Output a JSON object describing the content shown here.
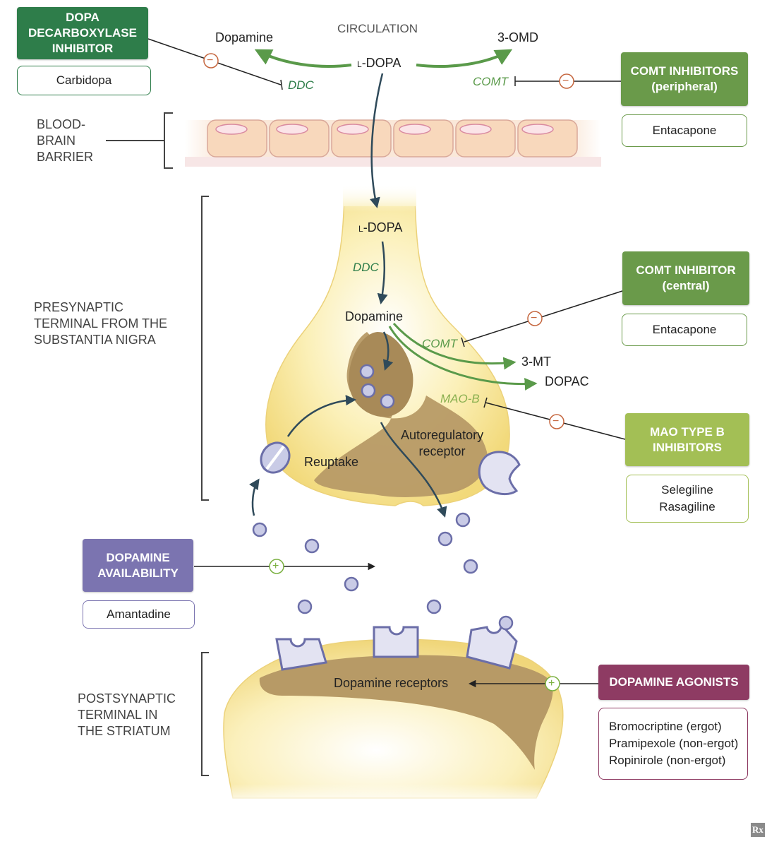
{
  "circulation_label": "CIRCULATION",
  "ldopa_circulation": {
    "prefix": "L",
    "name": "-DOPA"
  },
  "dopamine_circulation": "Dopamine",
  "omd_label": "3-OMD",
  "ddc_label_top": "DDC",
  "comt_label_top": "COMT",
  "bbb_label": [
    "BLOOD-",
    "BRAIN",
    "BARRIER"
  ],
  "ldopa_brain": {
    "prefix": "L",
    "name": "-DOPA"
  },
  "ddc_label_brain": "DDC",
  "dopamine_brain": "Dopamine",
  "comt_label_brain": "COMT",
  "mt_label": "3-MT",
  "dopac_label": "DOPAC",
  "maob_label": "MAO-B",
  "autoreg_label": [
    "Autoregulatory",
    "receptor"
  ],
  "reuptake_label": "Reuptake",
  "receptors_label": "Dopamine receptors",
  "presynaptic_label": [
    "PRESYNAPTIC",
    "TERMINAL FROM THE",
    "SUBSTANTIA NIGRA"
  ],
  "postsynaptic_label": [
    "POSTSYNAPTIC",
    "TERMINAL IN",
    "THE STRIATUM"
  ],
  "drug_boxes": {
    "ddc_inhibitor": {
      "title": [
        "DOPA",
        "DECARBOXYLASE",
        "INHIBITOR"
      ],
      "drugs": [
        "Carbidopa"
      ],
      "color": "#2e7d4a"
    },
    "comt_peripheral": {
      "title": [
        "COMT INHIBITORS",
        "(peripheral)"
      ],
      "drugs": [
        "Entacapone"
      ],
      "color": "#6a9a4a"
    },
    "comt_central": {
      "title": [
        "COMT INHIBITOR",
        "(central)"
      ],
      "drugs": [
        "Entacapone"
      ],
      "color": "#6a9a4a"
    },
    "maob_inhibitors": {
      "title": [
        "MAO TYPE B",
        "INHIBITORS"
      ],
      "drugs": [
        "Selegiline",
        "Rasagiline"
      ],
      "color": "#a3bf55"
    },
    "dopamine_availability": {
      "title": [
        "DOPAMINE",
        "AVAILABILITY"
      ],
      "drugs": [
        "Amantadine"
      ],
      "color": "#7b74b0"
    },
    "dopamine_agonists": {
      "title": [
        "DOPAMINE AGONISTS"
      ],
      "drugs": [
        "Bromocriptine (ergot)",
        "Pramipexole (non-ergot)",
        "Ropinirole (non-ergot)"
      ],
      "color": "#8e3b63"
    }
  },
  "inhibit_symbol": "−",
  "stimulate_symbol": "+",
  "rx_logo": "Rx",
  "colors": {
    "green_arrow": "#5a9a4a",
    "dark_arrow": "#2f4a5a",
    "vesicle_fill": "#c9cbe6",
    "vesicle_stroke": "#6b6ea8",
    "cell_fill": "#f7d9c0",
    "terminal_fill": "#fbf3c4",
    "terminal_inner": "#b79a66"
  }
}
